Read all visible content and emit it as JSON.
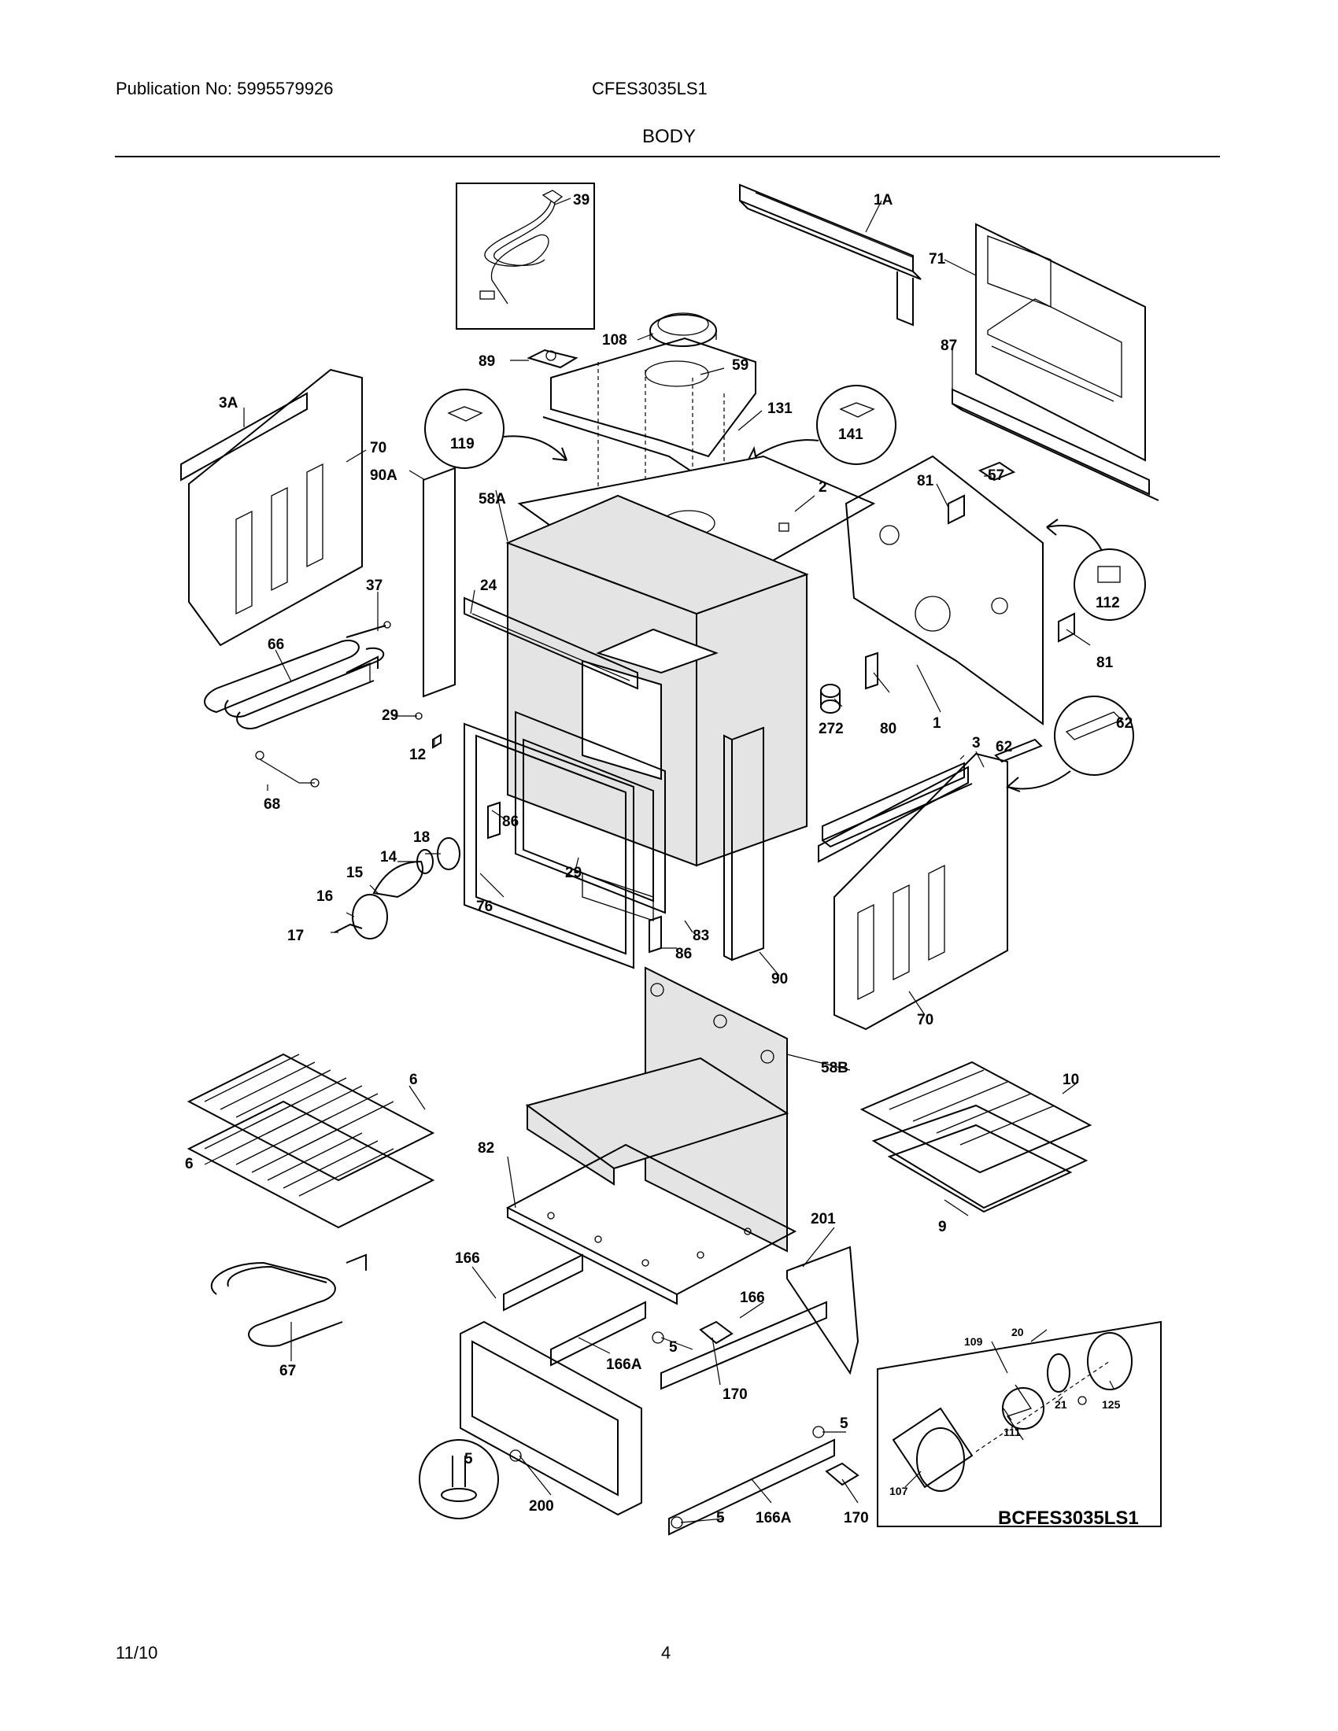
{
  "header": {
    "publication": "Publication No: 5995579926",
    "model": "CFES3035LS1",
    "section_title": "BODY"
  },
  "footer": {
    "date": "11/10",
    "page_number": "4"
  },
  "diagram": {
    "drawing_id": "BCFES3035LS1",
    "callouts": {
      "c39": "39",
      "c1A": "1A",
      "c71": "71",
      "c108": "108",
      "c59": "59",
      "c89": "89",
      "c87": "87",
      "c3A": "3A",
      "c70a": "70",
      "c119": "119",
      "c131": "131",
      "c141": "141",
      "c90A": "90A",
      "c58A": "58A",
      "c2": "2",
      "c81a": "81",
      "c57": "57",
      "c37": "37",
      "c24": "24",
      "c112": "112",
      "c66": "66",
      "c81b": "81",
      "c29a": "29",
      "c62a": "62",
      "c62b": "62",
      "c272": "272",
      "c80": "80",
      "c1": "1",
      "c12": "12",
      "c3": "3",
      "c68": "68",
      "c18": "18",
      "c14": "14",
      "c86a": "86",
      "c15": "15",
      "c29b": "29",
      "c16": "16",
      "c76": "76",
      "c83": "83",
      "c17": "17",
      "c86b": "86",
      "c90": "90",
      "c70b": "70",
      "c6a": "6",
      "c58B": "58B",
      "c10": "10",
      "c6b": "6",
      "c82": "82",
      "c201": "201",
      "c9": "9",
      "c166a": "166",
      "c20": "20",
      "c109": "109",
      "c166b": "166",
      "c125": "125",
      "c21": "21",
      "c5a": "5",
      "c166Aa": "166A",
      "c170a": "170",
      "c67": "67",
      "c5b": "5",
      "c111": "111",
      "c5c": "5",
      "c107": "107",
      "c200": "200",
      "c5d": "5",
      "c166Ab": "166A",
      "c170b": "170"
    }
  }
}
